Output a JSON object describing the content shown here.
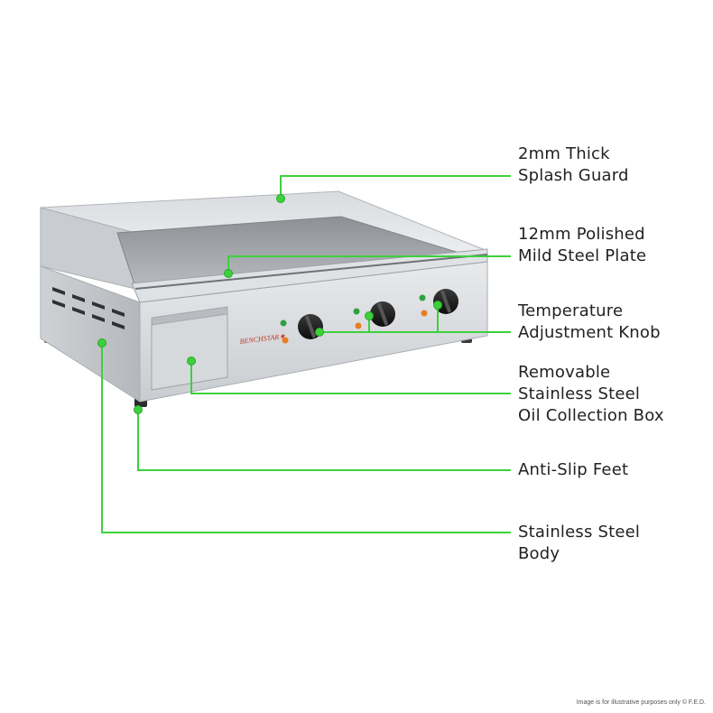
{
  "product": {
    "brand": "BENCHSTAR"
  },
  "callouts": [
    {
      "id": "splash-guard",
      "lines": [
        "2mm Thick",
        "Splash Guard"
      ]
    },
    {
      "id": "plate",
      "lines": [
        "12mm Polished",
        "Mild Steel Plate"
      ]
    },
    {
      "id": "knob",
      "lines": [
        "Temperature",
        "Adjustment Knob"
      ]
    },
    {
      "id": "oil-box",
      "lines": [
        "Removable",
        "Stainless Steel",
        "Oil Collection Box"
      ]
    },
    {
      "id": "feet",
      "lines": [
        "Anti-Slip Feet"
      ]
    },
    {
      "id": "body",
      "lines": [
        "Stainless Steel",
        "Body"
      ]
    }
  ],
  "disclaimer": "Image is for illustrative purposes only  © F.E.D.",
  "colors": {
    "accent": "#3cd13c",
    "text": "#222222",
    "steel_light": "#e4e6e8",
    "steel_mid": "#c5c8cb",
    "steel_dark": "#8e9296",
    "plate": "#9fa3a7"
  }
}
